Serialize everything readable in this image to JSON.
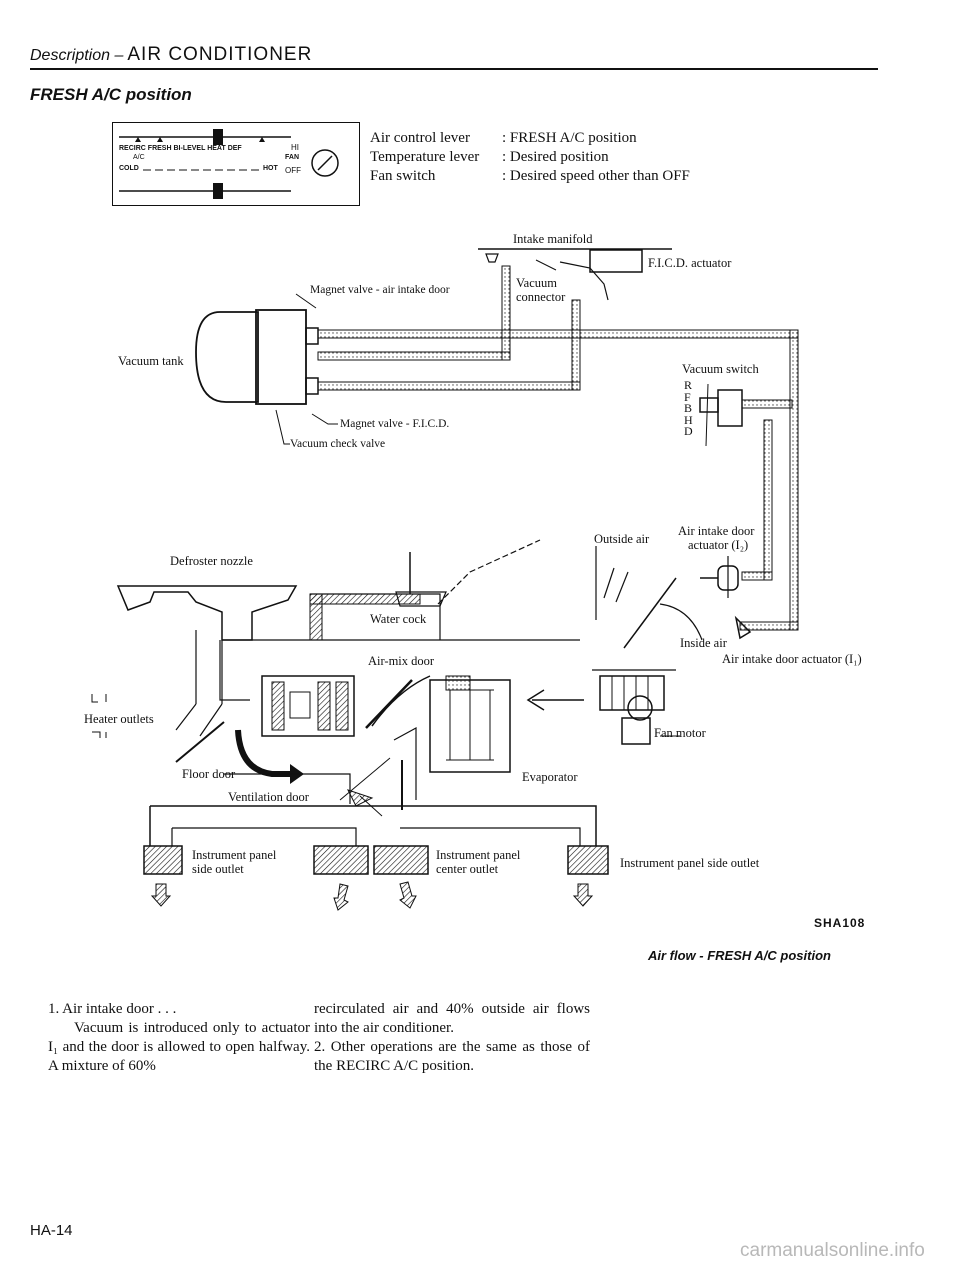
{
  "header": {
    "description": "Description –",
    "title": "AIR CONDITIONER"
  },
  "section_title": "FRESH A/C position",
  "control_panel": {
    "modes": [
      "RECIRC",
      "FRESH",
      "BI-LEVEL",
      "HEAT",
      "DEF"
    ],
    "ac_label": "A/C",
    "cold": "COLD",
    "hot": "HOT",
    "fan_hi": "HI",
    "fan_label": "FAN",
    "fan_off": "OFF"
  },
  "settings": [
    {
      "item": "Air control lever",
      "value": ": FRESH A/C position"
    },
    {
      "item": "Temperature lever",
      "value": ": Desired position"
    },
    {
      "item": "Fan switch",
      "value": ": Desired speed other than OFF"
    }
  ],
  "diagram_labels": {
    "intake_manifold": "Intake manifold",
    "fic_actuator": "F.I.C.D. actuator",
    "magnet_valve_air": "Magnet valve - air intake door",
    "vacuum_connector_1": "Vacuum",
    "vacuum_connector_2": "connector",
    "vacuum_tank": "Vacuum tank",
    "magnet_valve_fic": "Magnet valve - F.I.C.D.",
    "vacuum_check_valve": "Vacuum check valve",
    "vacuum_switch": "Vacuum switch",
    "switch_positions": [
      "R",
      "F",
      "B",
      "H",
      "D"
    ],
    "outside_air": "Outside air",
    "air_intake_door_actuator_i2_1": "Air intake door",
    "air_intake_door_actuator_i2_2": "actuator (I₂)",
    "defroster_nozzle": "Defroster nozzle",
    "water_cock": "Water cock",
    "inside_air": "Inside air",
    "air_intake_door_actuator_i1": "Air intake door actuator (I₁)",
    "air_mix_door": "Air-mix door",
    "heater_outlets": "Heater outlets",
    "fan_motor": "Fan motor",
    "floor_door": "Floor door",
    "evaporator": "Evaporator",
    "ventilation_door": "Ventilation door",
    "ip_side_outlet_1": "Instrument panel",
    "ip_side_outlet_2": "side outlet",
    "ip_center_outlet_1": "Instrument panel",
    "ip_center_outlet_2": "center outlet",
    "ip_side_outlet_right": "Instrument panel side outlet"
  },
  "figure_code": "SHA108",
  "figure_caption": "Air flow - FRESH A/C position",
  "body": {
    "col1_line1": "1.  Air intake door . . .",
    "col1_para": "Vacuum is introduced only to actuator I₁ and the door is allowed to open halfway. A mixture of 60%",
    "col2_para1": "recirculated air and 40% outside air flows into the air conditioner.",
    "col2_para2": "2.  Other operations are the same as those of the RECIRC A/C position."
  },
  "page_number": "HA-14",
  "watermark": "carmanualsonline.info"
}
